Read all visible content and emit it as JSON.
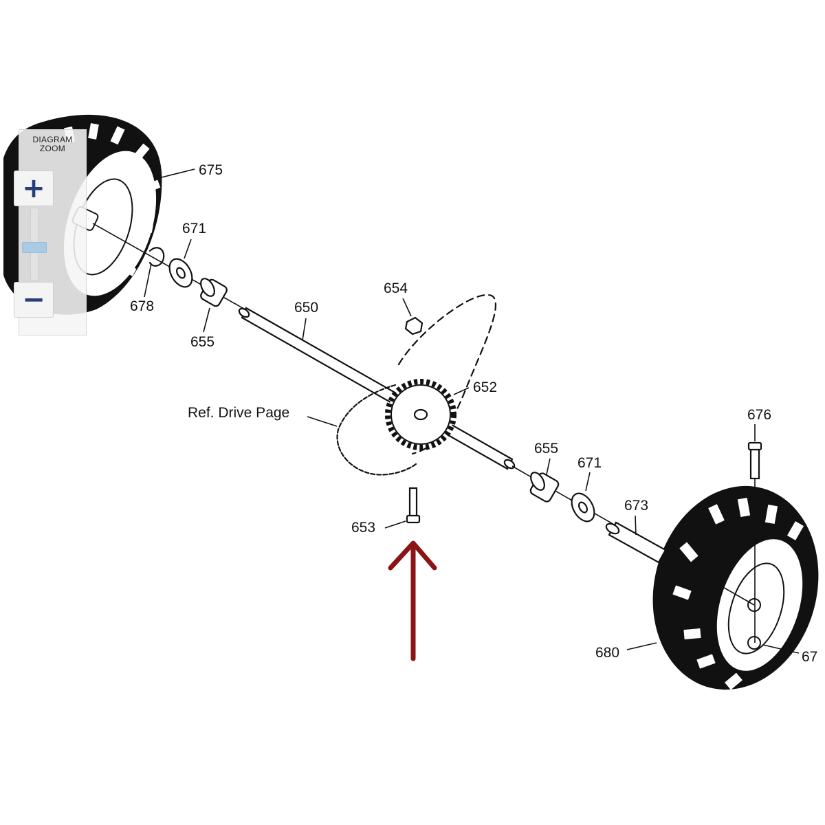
{
  "zoom": {
    "title": "DIAGRAM ZOOM",
    "plus_icon": "plus-icon",
    "minus_icon": "minus-icon",
    "plus_symbol": "+",
    "minus_symbol": "−"
  },
  "labels": {
    "p675": "675",
    "p671a": "671",
    "p678": "678",
    "p655a": "655",
    "p650": "650",
    "p654": "654",
    "p652": "652",
    "ref": "Ref. Drive Page",
    "p676": "676",
    "p655b": "655",
    "p671b": "671",
    "p673": "673",
    "p653": "653",
    "p680": "680",
    "p67x": "67"
  },
  "colors": {
    "arrow": "#8b1414",
    "ink": "#111111",
    "zoom_symbol": "#243e78",
    "zoom_thumb": "#a9cbe6"
  },
  "icons": {
    "arrow": "up-arrow-icon"
  }
}
